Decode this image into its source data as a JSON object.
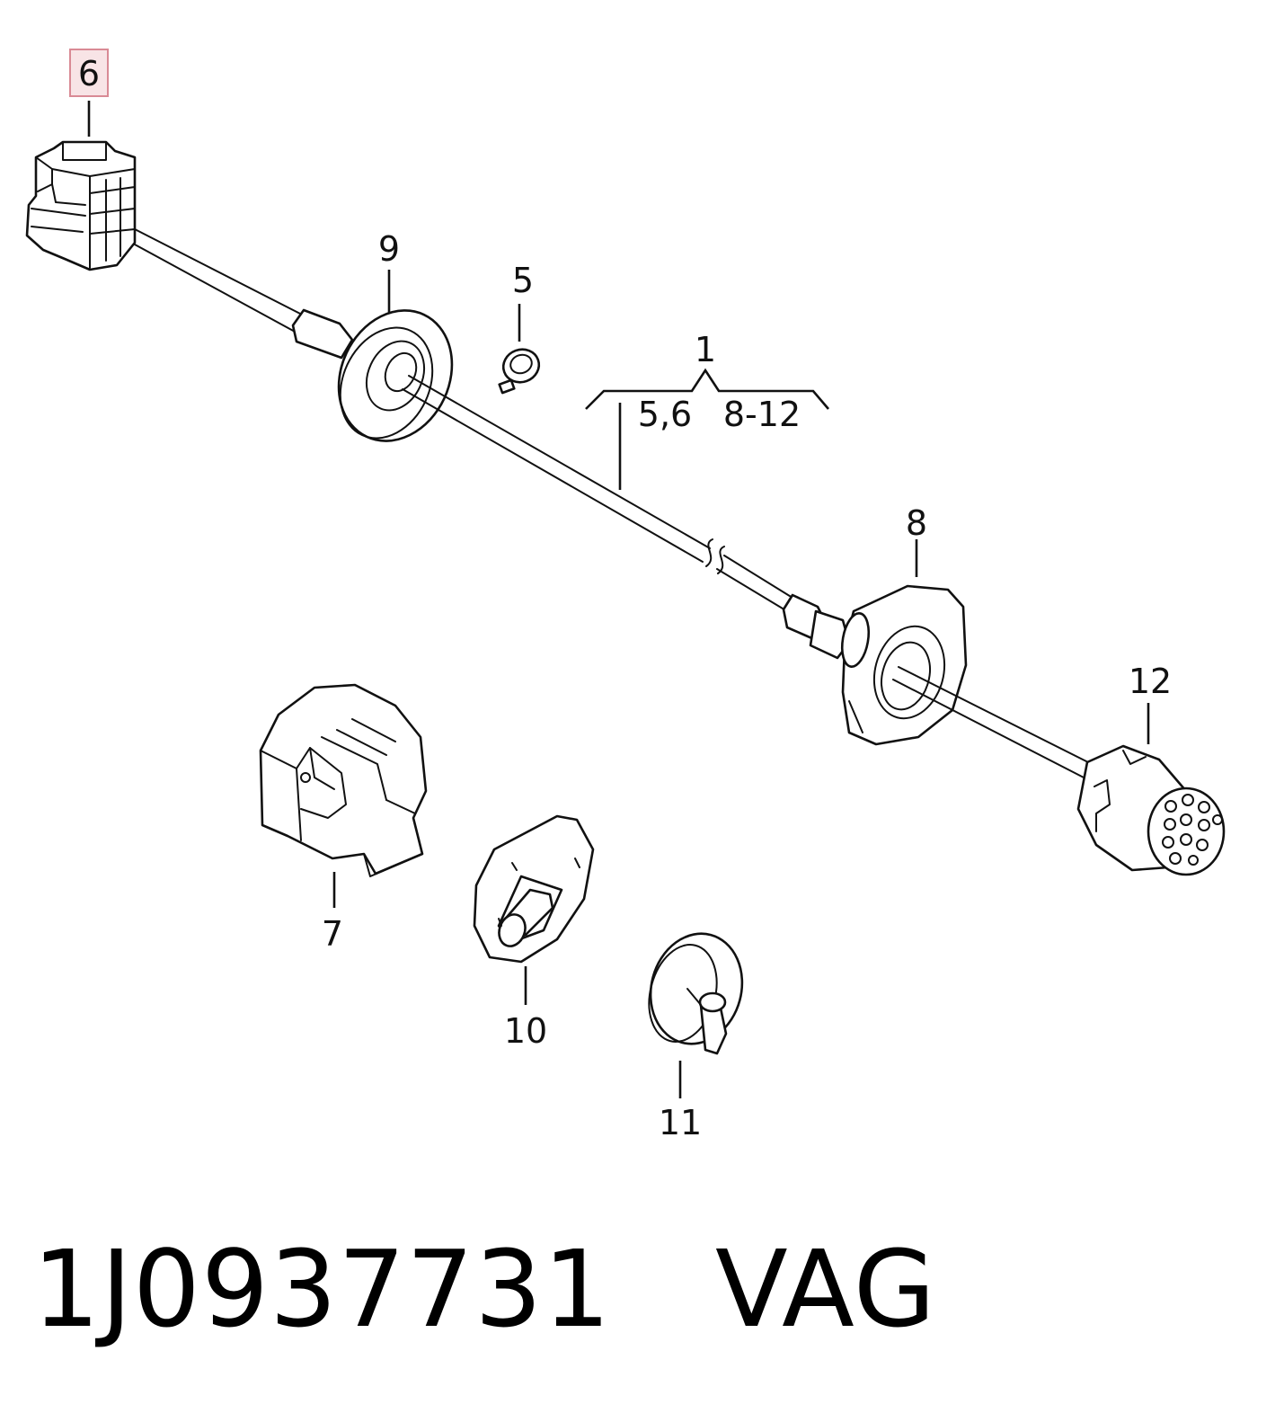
{
  "callouts": {
    "c6": "6",
    "c9": "9",
    "c5": "5",
    "c1": "1",
    "c56": "5,6",
    "c812": "8-12",
    "c8": "8",
    "c12": "12",
    "c7": "7",
    "c10": "10",
    "c11": "11"
  },
  "highlight": {
    "part": "6",
    "color": "#e0a0a8"
  },
  "caption": {
    "part_number": "1J0937731",
    "brand": "VAG"
  }
}
